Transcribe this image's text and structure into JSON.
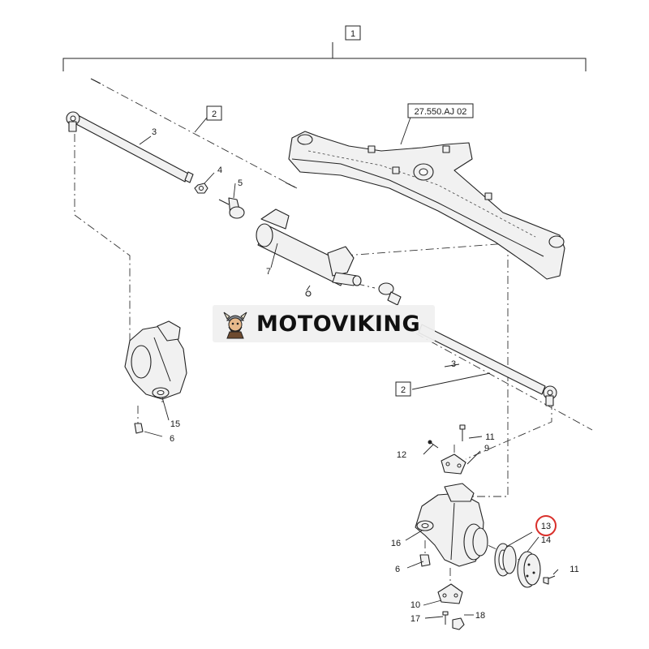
{
  "diagram": {
    "callouts": [
      {
        "id": "c1",
        "label": "1",
        "boxed": true
      },
      {
        "id": "c2a",
        "label": "2",
        "boxed": true
      },
      {
        "id": "c2b",
        "label": "2",
        "boxed": true
      },
      {
        "id": "cref",
        "label": "27.550.AJ 02",
        "boxed": true
      },
      {
        "id": "c3a",
        "label": "3"
      },
      {
        "id": "c3b",
        "label": "3"
      },
      {
        "id": "c4",
        "label": "4"
      },
      {
        "id": "c5",
        "label": "5"
      },
      {
        "id": "c7",
        "label": "7"
      },
      {
        "id": "c6a",
        "label": "6"
      },
      {
        "id": "c6b",
        "label": "6"
      },
      {
        "id": "c15",
        "label": "15"
      },
      {
        "id": "c11a",
        "label": "11"
      },
      {
        "id": "c12",
        "label": "12"
      },
      {
        "id": "c9",
        "label": "9"
      },
      {
        "id": "c16",
        "label": "16"
      },
      {
        "id": "c13",
        "label": "13",
        "highlighted": true
      },
      {
        "id": "c14",
        "label": "14"
      },
      {
        "id": "c11b",
        "label": "11"
      },
      {
        "id": "c10",
        "label": "10"
      },
      {
        "id": "c17",
        "label": "17"
      },
      {
        "id": "c18",
        "label": "18"
      }
    ],
    "highlight_color": "#d9302b"
  },
  "watermark": {
    "text": "MOTOVIKING",
    "logo_icon": "viking-mascot-icon"
  }
}
